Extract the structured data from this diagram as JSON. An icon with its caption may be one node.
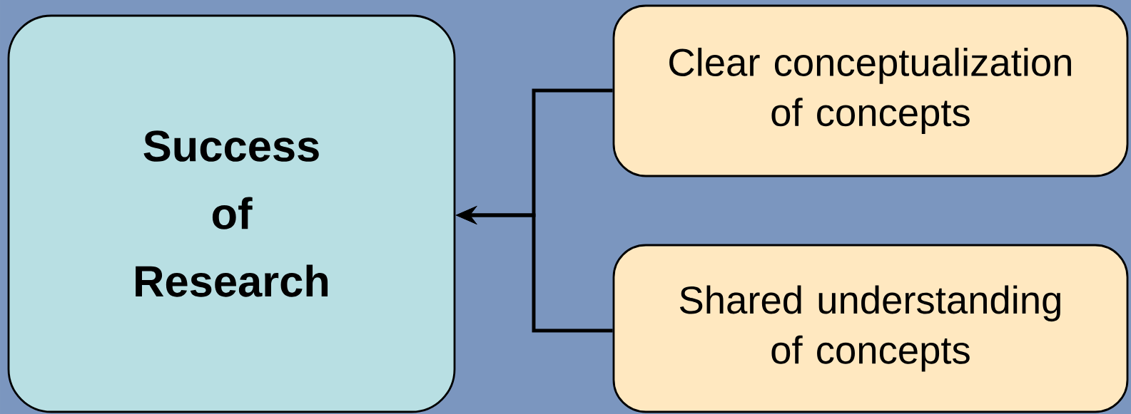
{
  "diagram": {
    "nodes": [
      {
        "text": [
          "Success of Research"
        ]
      },
      {
        "text": [
          "Clear conceptualization of concepts"
        ]
      },
      {
        "text": [
          "Shared understanding of concepts"
        ]
      }
    ],
    "edges": [
      {
        "from": 1,
        "to": 0,
        "arrow": "to"
      },
      {
        "from": 2,
        "to": 0,
        "arrow": "to"
      }
    ]
  }
}
